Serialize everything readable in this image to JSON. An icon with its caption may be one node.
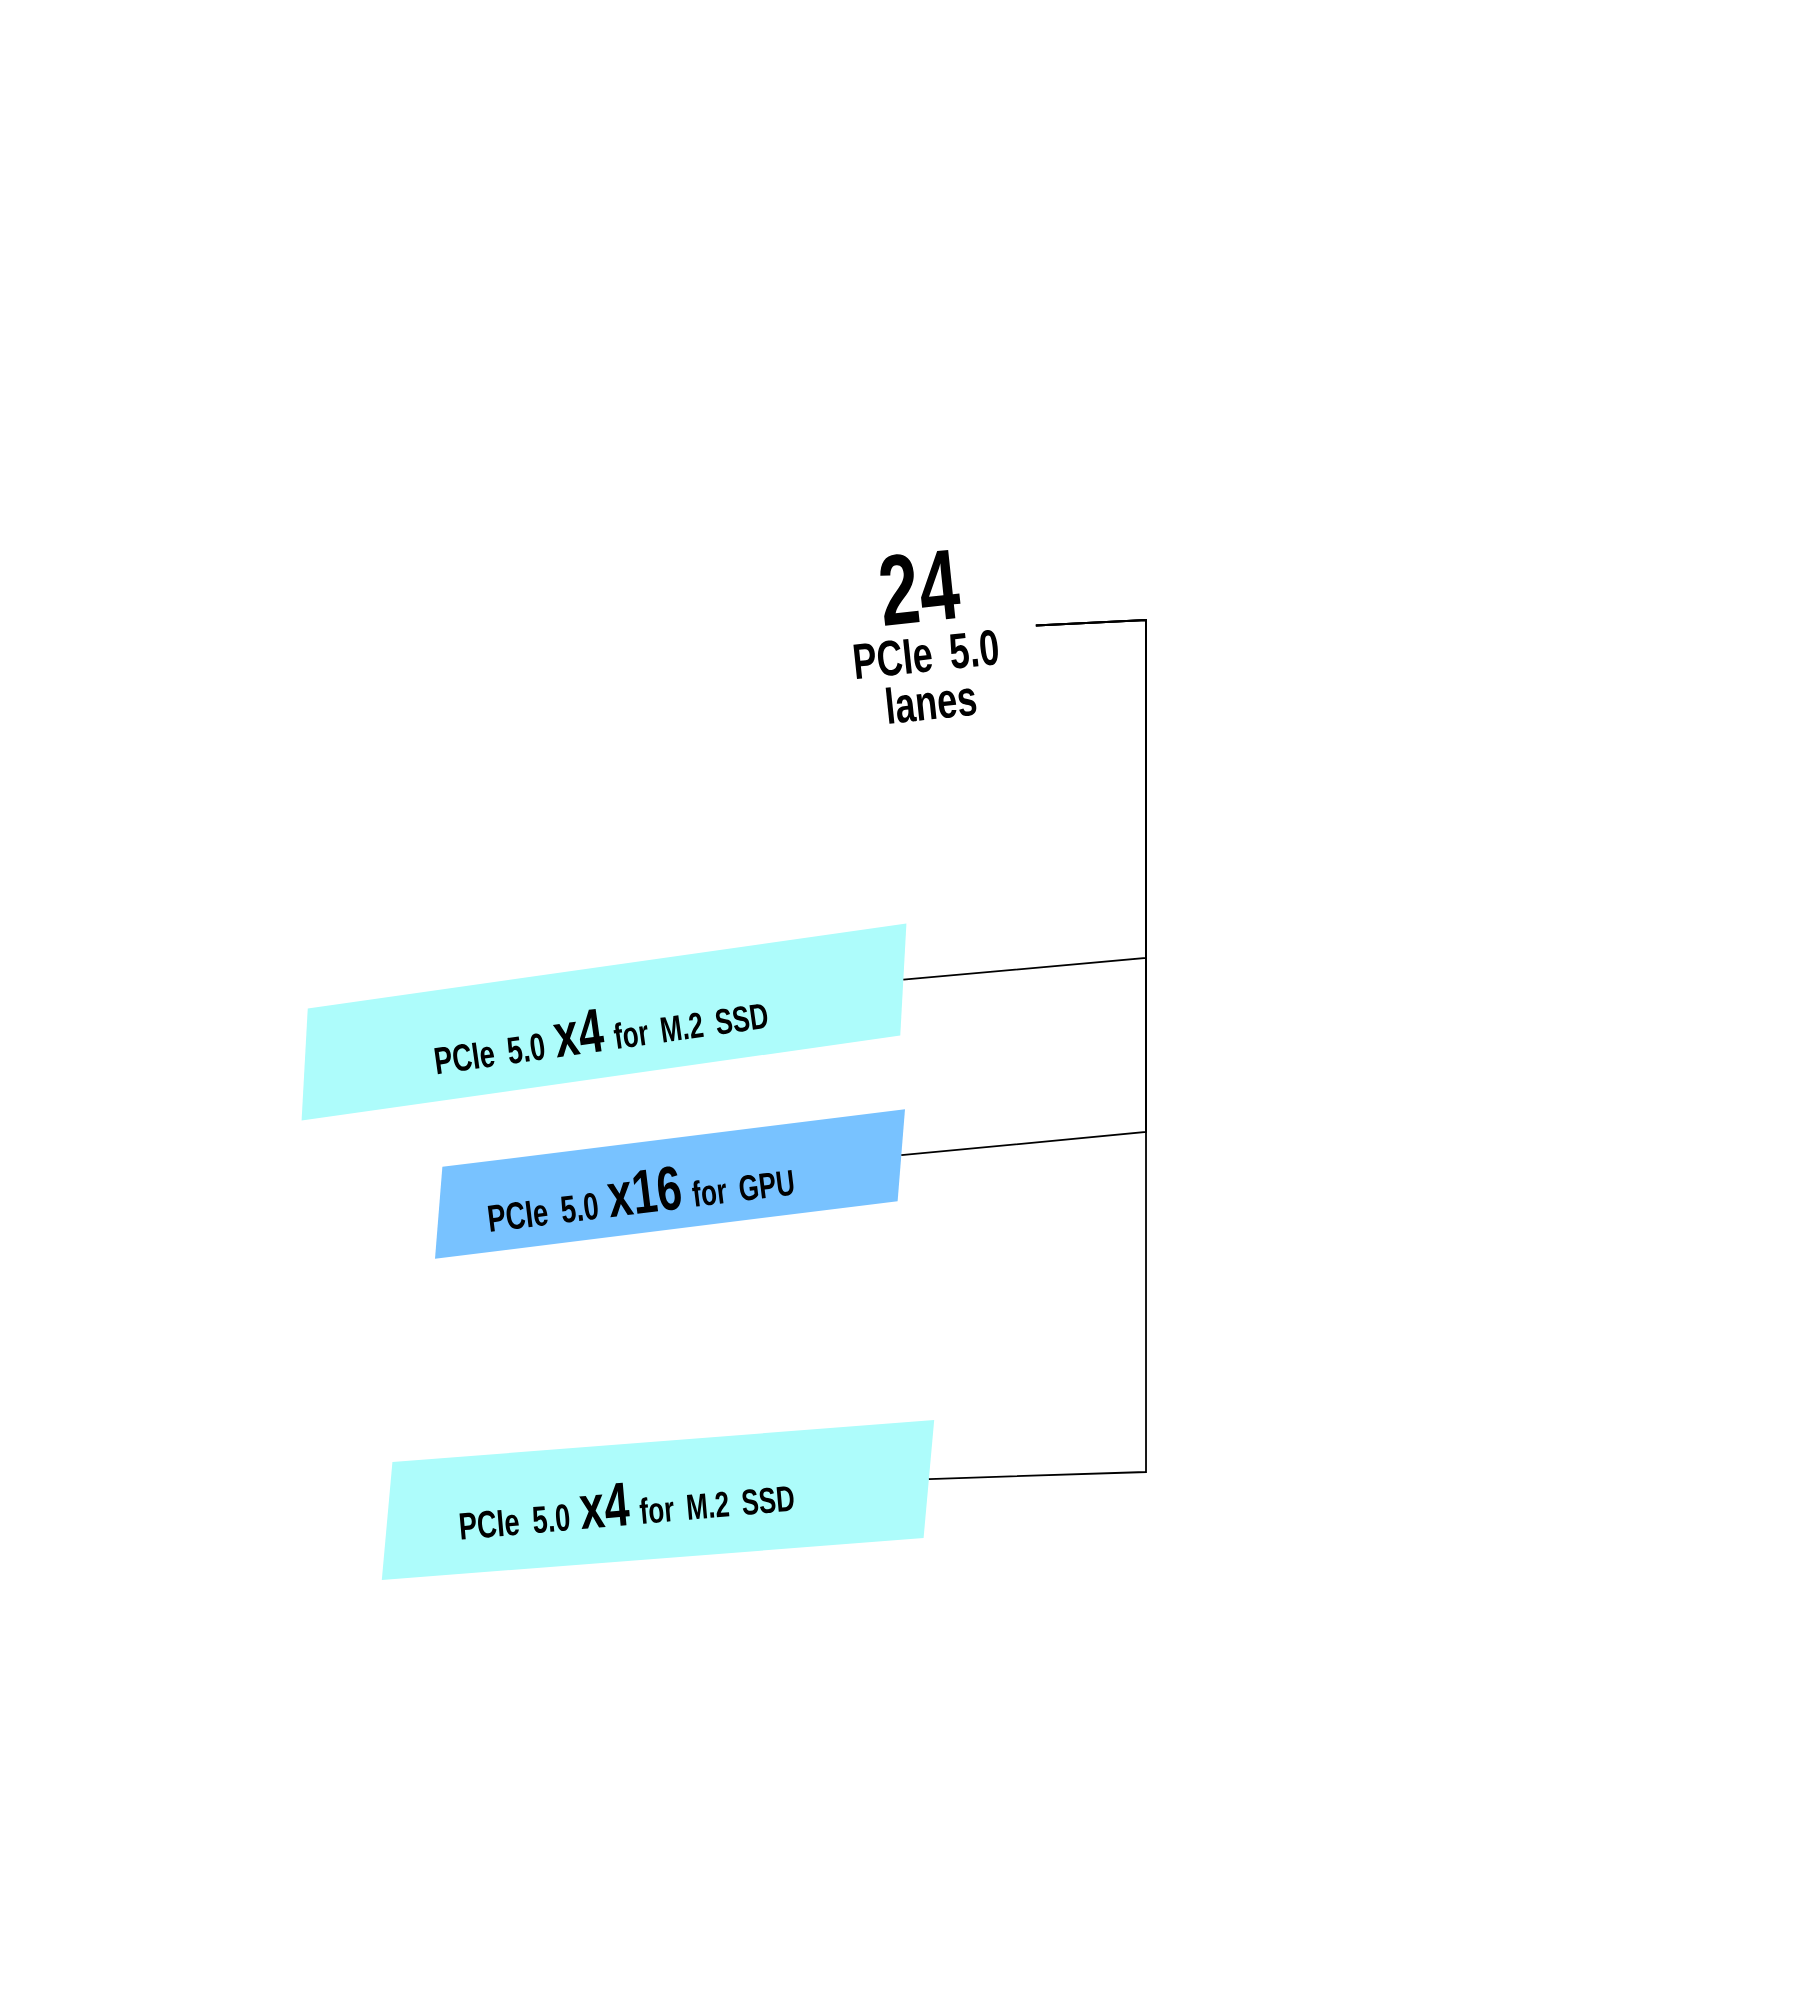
{
  "diagram": {
    "nodes": [
      {
        "text": [
          "24",
          "PCIe 5.0 lanes"
        ]
      },
      {
        "text": [
          "PCIe 5.0",
          "x4",
          "for M.2 SSD"
        ]
      },
      {
        "text": [
          "PCIe 5.0",
          "x16",
          "for GPU"
        ]
      },
      {
        "text": [
          "PCIe 5.0",
          "x4",
          "for M.2 SSD"
        ]
      }
    ],
    "edges": [
      {
        "from": 0,
        "to": 1,
        "arrow": "none"
      },
      {
        "from": 0,
        "to": 2,
        "arrow": "none"
      },
      {
        "from": 0,
        "to": 3,
        "arrow": "none"
      }
    ]
  }
}
